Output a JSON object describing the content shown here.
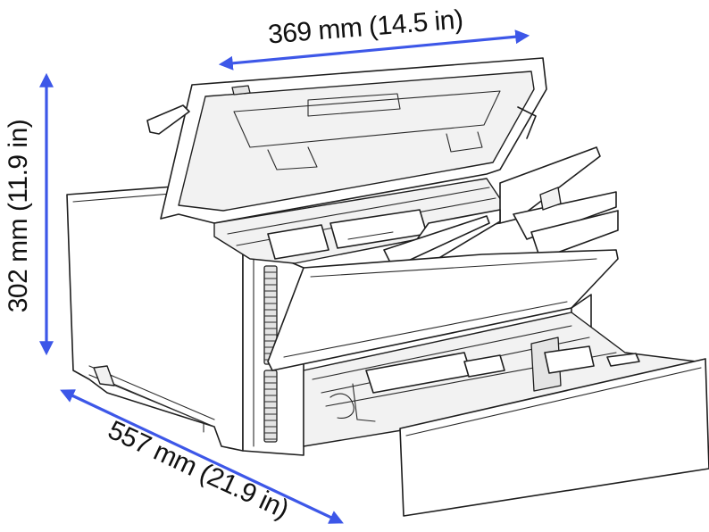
{
  "dimensions": {
    "width": {
      "label": "369 mm (14.5 in)",
      "mm": 369,
      "in": 14.5
    },
    "height": {
      "label": "302 mm (11.9 in)",
      "mm": 302,
      "in": 11.9
    },
    "depth": {
      "label": "557 mm (21.9 in)",
      "mm": 557,
      "in": 21.9
    }
  },
  "colors": {
    "arrow": "#3d57e8",
    "outline": "#1e1e1e",
    "text": "#111111"
  }
}
